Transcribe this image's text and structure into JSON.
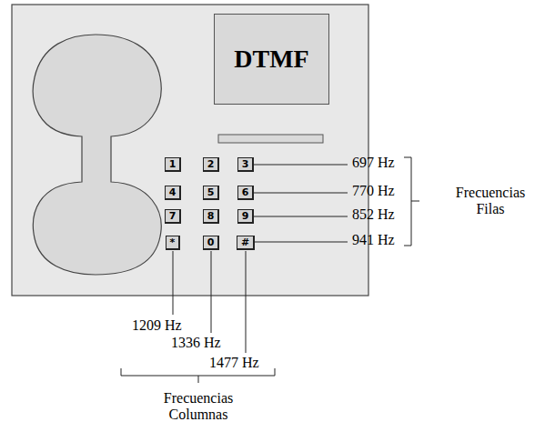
{
  "diagram": {
    "nodes": [
      {
        "text": [
          "DTMF"
        ]
      },
      {
        "text": [
          "1"
        ]
      },
      {
        "text": [
          "2"
        ]
      },
      {
        "text": [
          "3"
        ]
      },
      {
        "text": [
          "4"
        ]
      },
      {
        "text": [
          "5"
        ]
      },
      {
        "text": [
          "6"
        ]
      },
      {
        "text": [
          "7"
        ]
      },
      {
        "text": [
          "8"
        ]
      },
      {
        "text": [
          "9"
        ]
      },
      {
        "text": [
          "*"
        ]
      },
      {
        "text": [
          "0"
        ]
      },
      {
        "text": [
          "#"
        ]
      }
    ],
    "labels": [
      "697 Hz",
      "770 Hz",
      "852 Hz",
      "941 Hz",
      "Frecuencias Filas",
      "1209 Hz",
      "1336 Hz",
      "1477 Hz",
      "Frecuencias Columnas"
    ]
  }
}
